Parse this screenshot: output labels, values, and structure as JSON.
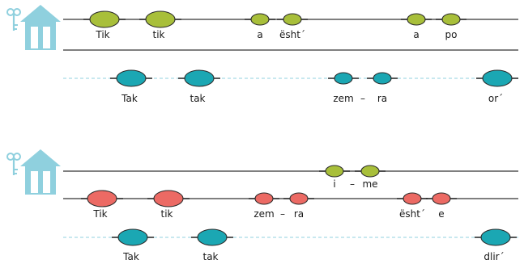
{
  "palette": {
    "green": "#a8bf3a",
    "red": "#ec6a64",
    "teal": "#1ba7b3",
    "icon": "#8fd0de",
    "dash": "#a6dae5",
    "line": "#333333"
  },
  "icons": {
    "key": "key-icon",
    "house": "house-icon"
  },
  "staves": [
    {
      "rows": [
        {
          "line": "solid",
          "notes": [
            {
              "color": "green",
              "size": "large",
              "label": "Tik"
            },
            {
              "color": "green",
              "size": "large",
              "label": "tik"
            },
            {
              "color": "green",
              "size": "small",
              "label": "a"
            },
            {
              "color": "green",
              "size": "small",
              "label": "ësht´"
            },
            {
              "color": "green",
              "size": "small",
              "label": "a"
            },
            {
              "color": "green",
              "size": "small",
              "label": "po"
            }
          ]
        },
        {
          "line": "solid",
          "notes": []
        },
        {
          "line": "dashed",
          "notes": [
            {
              "color": "teal",
              "size": "large",
              "label": "Tak"
            },
            {
              "color": "teal",
              "size": "large",
              "label": "tak"
            },
            {
              "color": "teal",
              "size": "small",
              "label": "zem"
            },
            {
              "color": "teal",
              "size": "small",
              "label": "ra"
            },
            {
              "color": "teal",
              "size": "large",
              "label": "or´"
            }
          ]
        }
      ],
      "separators": [
        "–"
      ]
    },
    {
      "rows": [
        {
          "line": "solid",
          "notes": [
            {
              "color": "green",
              "size": "small",
              "label": "i"
            },
            {
              "color": "green",
              "size": "small",
              "label": "me"
            }
          ]
        },
        {
          "line": "solid",
          "notes": [
            {
              "color": "red",
              "size": "large",
              "label": "Tik"
            },
            {
              "color": "red",
              "size": "large",
              "label": "tik"
            },
            {
              "color": "red",
              "size": "small",
              "label": "zem"
            },
            {
              "color": "red",
              "size": "small",
              "label": "ra"
            },
            {
              "color": "red",
              "size": "small",
              "label": "ësht´"
            },
            {
              "color": "red",
              "size": "small",
              "label": "e"
            }
          ]
        },
        {
          "line": "dashed",
          "notes": [
            {
              "color": "teal",
              "size": "large",
              "label": "Tak"
            },
            {
              "color": "teal",
              "size": "large",
              "label": "tak"
            },
            {
              "color": "teal",
              "size": "large",
              "label": "dlir´"
            }
          ]
        }
      ],
      "separators": [
        "–",
        "–"
      ]
    }
  ]
}
